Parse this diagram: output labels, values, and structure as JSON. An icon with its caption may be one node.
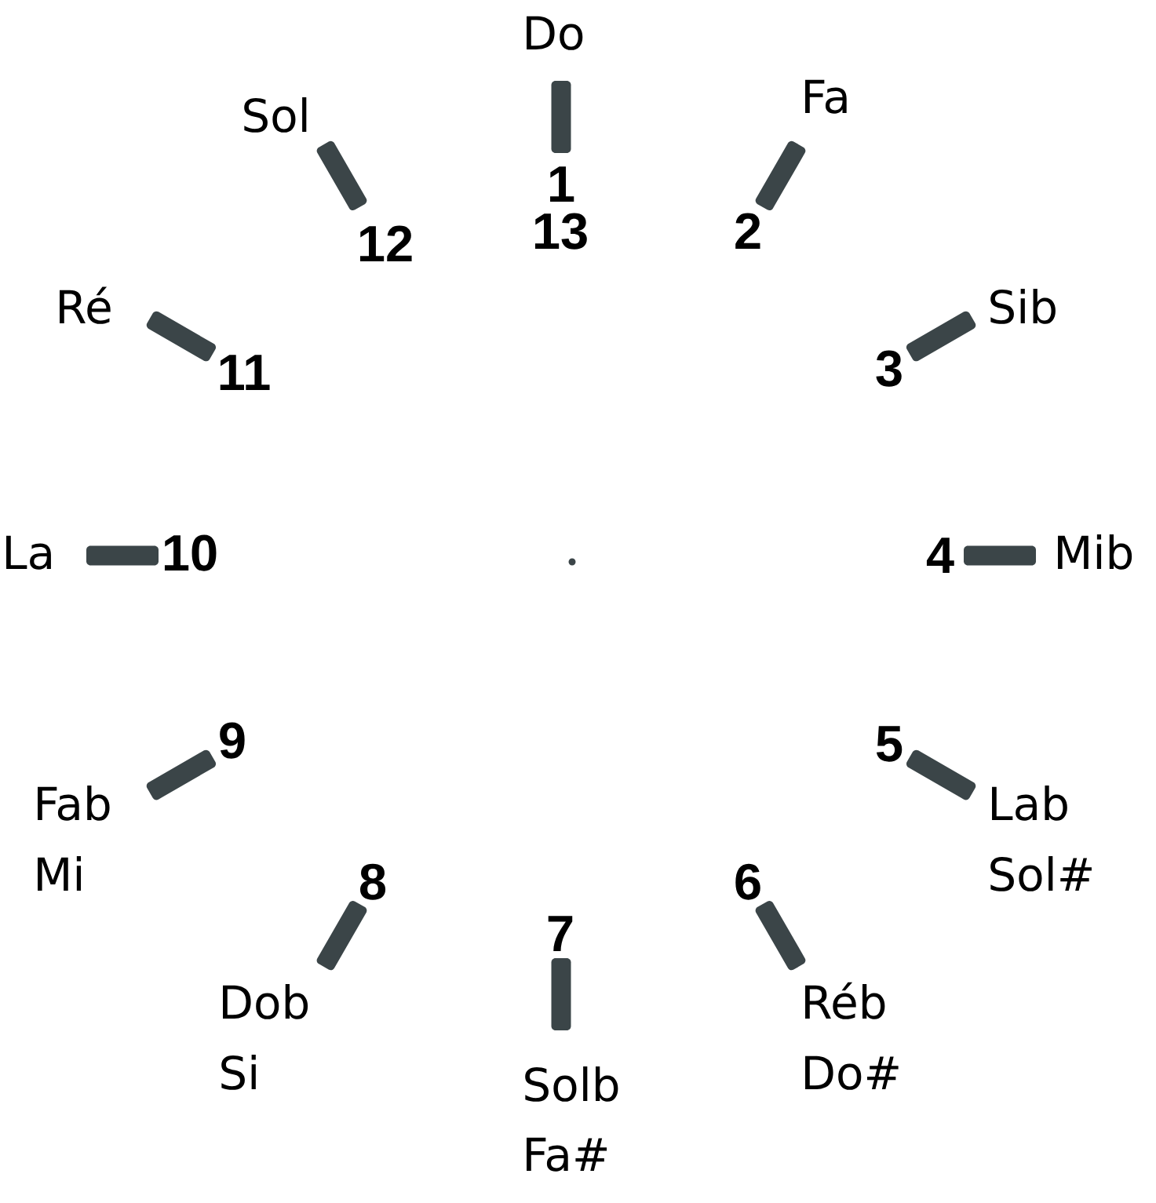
{
  "diagram": {
    "nodes": [
      {
        "text": [],
        "shape": "bar",
        "beside": [
          "Do",
          "1",
          "13"
        ]
      },
      {
        "text": [],
        "shape": "bar",
        "beside": [
          "Fa",
          "2"
        ]
      },
      {
        "text": [],
        "shape": "bar",
        "beside": [
          "Sib",
          "3"
        ]
      },
      {
        "text": [],
        "shape": "bar",
        "beside": [
          "4",
          "Mib"
        ]
      },
      {
        "text": [],
        "shape": "bar",
        "beside": [
          "5",
          "Lab",
          "Sol#"
        ]
      },
      {
        "text": [],
        "shape": "bar",
        "beside": [
          "6",
          "Réb",
          "Do#"
        ]
      },
      {
        "text": [],
        "shape": "bar",
        "beside": [
          "7",
          "Solb",
          "Fa#"
        ]
      },
      {
        "text": [],
        "shape": "bar",
        "beside": [
          "8",
          "Dob",
          "Si"
        ]
      },
      {
        "text": [],
        "shape": "bar",
        "beside": [
          "9",
          "Fab",
          "Mi"
        ]
      },
      {
        "text": [],
        "shape": "bar",
        "beside": [
          "La",
          "10"
        ]
      },
      {
        "text": [],
        "shape": "bar",
        "beside": [
          "Ré",
          "11"
        ]
      },
      {
        "text": [],
        "shape": "bar",
        "beside": [
          "Sol",
          "12"
        ]
      }
    ]
  }
}
